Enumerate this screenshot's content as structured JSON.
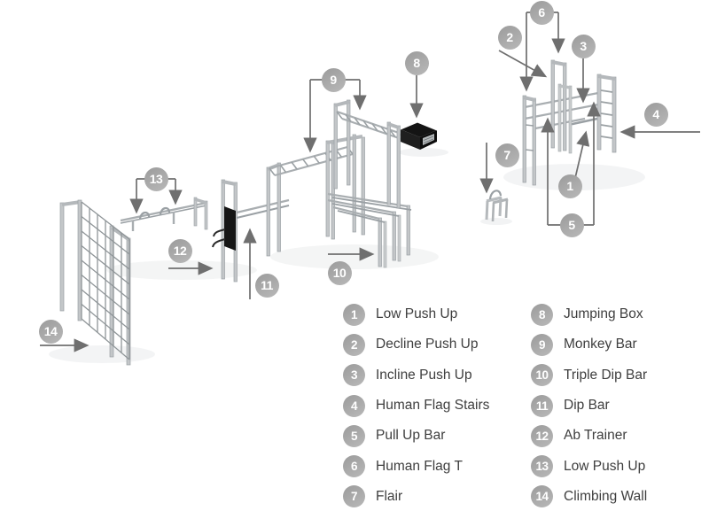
{
  "colors": {
    "background": "#ffffff",
    "badge_fill": "#a8a8a8",
    "badge_text": "#ffffff",
    "arrow": "#6f6f6f",
    "metal_light": "#c3c6c8",
    "metal_mid": "#a9aeb1",
    "metal_dark": "#9aa0a4",
    "black_equipment": "#161616",
    "legend_text": "#3e3e3e",
    "shadow": "#e9ebec"
  },
  "callouts": [
    {
      "number": "1"
    },
    {
      "number": "2"
    },
    {
      "number": "3"
    },
    {
      "number": "4"
    },
    {
      "number": "5"
    },
    {
      "number": "6"
    },
    {
      "number": "7"
    },
    {
      "number": "8"
    },
    {
      "number": "9"
    },
    {
      "number": "10"
    },
    {
      "number": "11"
    },
    {
      "number": "12"
    },
    {
      "number": "13"
    },
    {
      "number": "14"
    }
  ],
  "legend": {
    "columns": [
      {
        "items": [
          {
            "number": "1",
            "label": "Low Push Up"
          },
          {
            "number": "2",
            "label": "Decline Push Up"
          },
          {
            "number": "3",
            "label": "Incline Push Up"
          },
          {
            "number": "4",
            "label": "Human Flag Stairs"
          },
          {
            "number": "5",
            "label": "Pull Up Bar"
          },
          {
            "number": "6",
            "label": "Human Flag T"
          },
          {
            "number": "7",
            "label": "Flair"
          }
        ]
      },
      {
        "items": [
          {
            "number": "8",
            "label": "Jumping Box"
          },
          {
            "number": "9",
            "label": "Monkey Bar"
          },
          {
            "number": "10",
            "label": "Triple Dip Bar"
          },
          {
            "number": "11",
            "label": "Dip Bar"
          },
          {
            "number": "12",
            "label": "Ab Trainer"
          },
          {
            "number": "13",
            "label": "Low Push Up"
          },
          {
            "number": "14",
            "label": "Climbing Wall"
          }
        ]
      }
    ]
  }
}
